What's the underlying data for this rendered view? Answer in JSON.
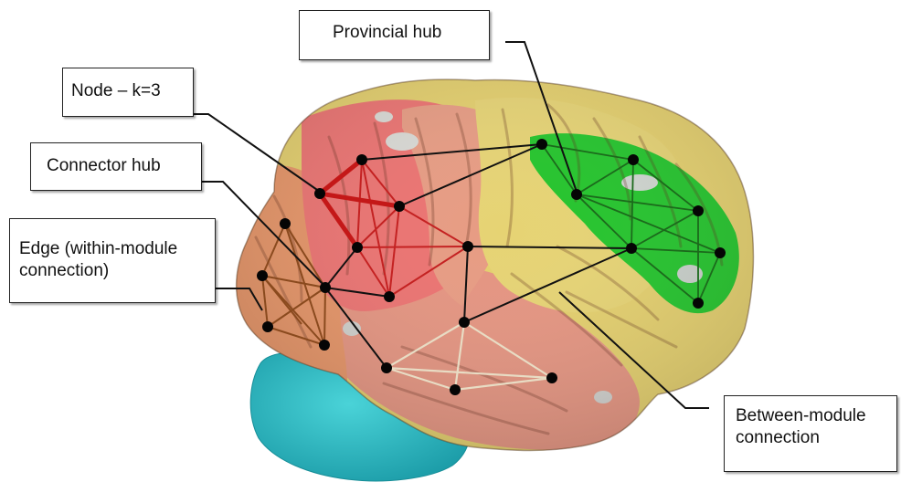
{
  "labels": {
    "provincial_hub": "Provincial hub",
    "node_k3": "Node – k=3",
    "connector_hub": "Connector hub",
    "edge_line1": "Edge (within-module",
    "edge_line2": "connection)",
    "between_line1": "Between-module",
    "between_line2": "connection"
  },
  "colors": {
    "frontal_module": "#e79466",
    "motor_module": "#ec6e6c",
    "motor_edge": "#c42222",
    "temporal_module": "#e59480",
    "temporal_edge": "#e8dcc4",
    "parietal_module": "#e4cf6c",
    "occipital_module": "#22c42a",
    "occipital_edge": "#1c6a1c",
    "cerebellum": "#2ab5be",
    "frontal_edge": "#8a4a1e",
    "between_edge": "#111111",
    "node": "#050505"
  }
}
